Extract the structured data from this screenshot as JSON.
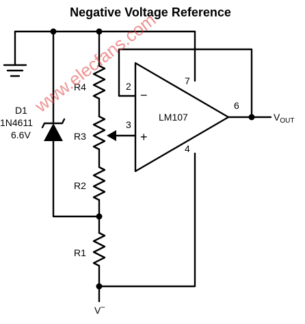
{
  "title": "Negative Voltage Reference",
  "watermark": "www.elecfans.com",
  "opamp": {
    "name": "LM107",
    "pins": {
      "inv": "2",
      "noninv": "3",
      "v_plus": "7",
      "v_minus": "4",
      "out": "6"
    },
    "inv_sign": "−",
    "noninv_sign": "+"
  },
  "resistors": [
    "R4",
    "R3",
    "R2",
    "R1"
  ],
  "diode": {
    "ref": "D1",
    "part": "1N4611",
    "voltage": "6.6V"
  },
  "output_label": {
    "main": "V",
    "sub": "OUT"
  },
  "supply_label": {
    "main": "V",
    "sup": "−"
  },
  "colors": {
    "line": "#000000",
    "watermark": "#e23a3a"
  }
}
